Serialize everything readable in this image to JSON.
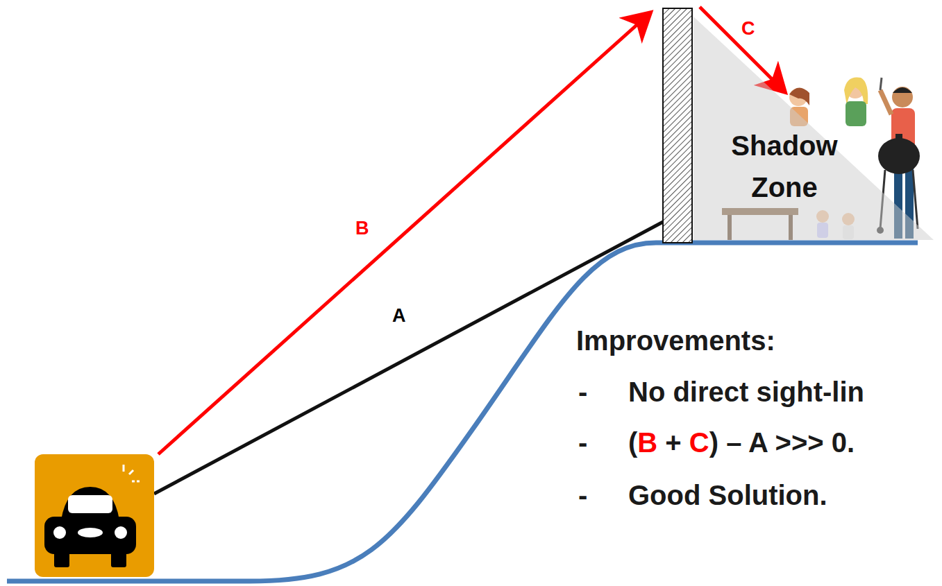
{
  "diagram": {
    "nodes": [
      {
        "text": [
          "Shadow Zone"
        ]
      }
    ],
    "labels": [
      "B",
      "A",
      "C",
      "Improvements:",
      "-",
      "No direct sight-lin",
      "-",
      "(B + C) – A >>> 0.",
      "-",
      "Good Solution."
    ]
  }
}
